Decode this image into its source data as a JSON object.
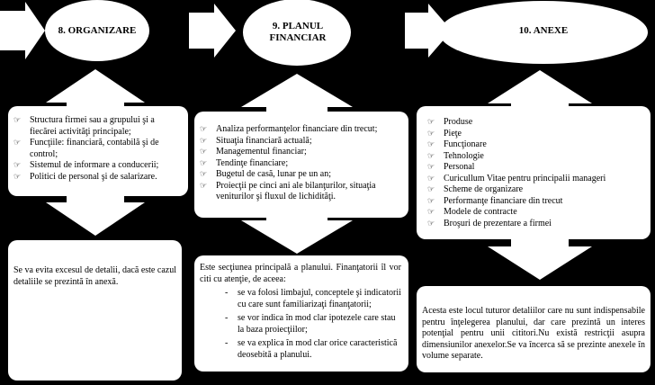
{
  "stages": [
    {
      "title": "8. ORGANIZARE"
    },
    {
      "title": "9. PLANUL FINANCIAR"
    },
    {
      "title": "10. ANEXE"
    }
  ],
  "bullet_glyph": "☞",
  "dash_glyph": "-",
  "columns": [
    {
      "items": [
        "Structura firmei sau a grupului şi a fiecărei activităţi principale;",
        "Funcţiile: financiară, contabilă şi de control;",
        "Sistemul de informare a conducerii;",
        "Politici de personal şi de salarizare."
      ],
      "note": "Se va evita excesul de detalii, dacă este cazul detaliile se prezintă în anexă."
    },
    {
      "items": [
        "Analiza performanţelor financiare din trecut;",
        "Situaţia financiară actuală;",
        "Managementul financiar;",
        "Tendinţe financiare;",
        "Bugetul de casă, lunar pe un an;",
        "Proiecţii pe cinci ani ale bilanţurilor, situaţia veniturilor şi fluxul de lichidităţi."
      ],
      "note_intro": "Este secţiunea principală a planului. Finanţatorii îl vor citi cu atenţie, de aceea:",
      "note_points": [
        "se va folosi limbajul, conceptele şi indicatorii cu care sunt familiarizaţi finanţatorii;",
        "se vor indica în mod clar ipotezele care stau la baza proiecţiilor;",
        "se va explica în mod clar orice caracteristică deosebită a planului."
      ]
    },
    {
      "items": [
        "Produse",
        "Pieţe",
        "Funcţionare",
        "Tehnologie",
        "Personal",
        "Curicullum Vitae pentru principalii manageri",
        "Scheme de organizare",
        "Performanţe financiare din trecut",
        "Modele de contracte",
        "Broşuri de prezentare a firmei"
      ],
      "note": "Acesta este locul tuturor detaliilor care nu sunt indispensabile pentru înţelegerea planului, dar care prezintă un interes potenţial pentru unii cititori.Nu există restricţii asupra dimensiunilor anexelor.Se va încerca să se prezinte anexele în volume separate."
    }
  ]
}
